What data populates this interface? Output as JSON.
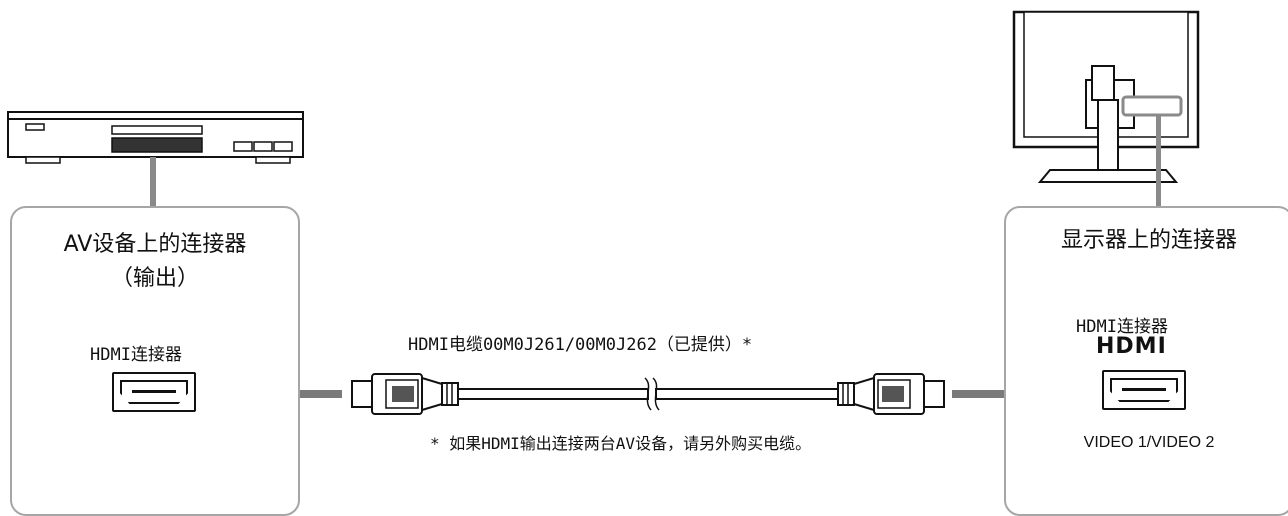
{
  "left_panel": {
    "title_line1": "AV设备上的连接器",
    "title_line2": "（输出）",
    "connector_label": "HDMI连接器"
  },
  "right_panel": {
    "title": "显示器上的连接器",
    "connector_label": "HDMI连接器",
    "logo_text": "HDMI",
    "input_label": "VIDEO 1/VIDEO 2"
  },
  "cable": {
    "label": "HDMI电缆00M0J261/00M0J262（已提供）*"
  },
  "footnote": "*  如果HDMI输出连接两台AV设备，请另外购买电缆。",
  "icons": {
    "av_device": "av-player-icon",
    "monitor": "monitor-icon",
    "cable": "hdmi-cable-icon",
    "arrows": "arrow-icon"
  }
}
